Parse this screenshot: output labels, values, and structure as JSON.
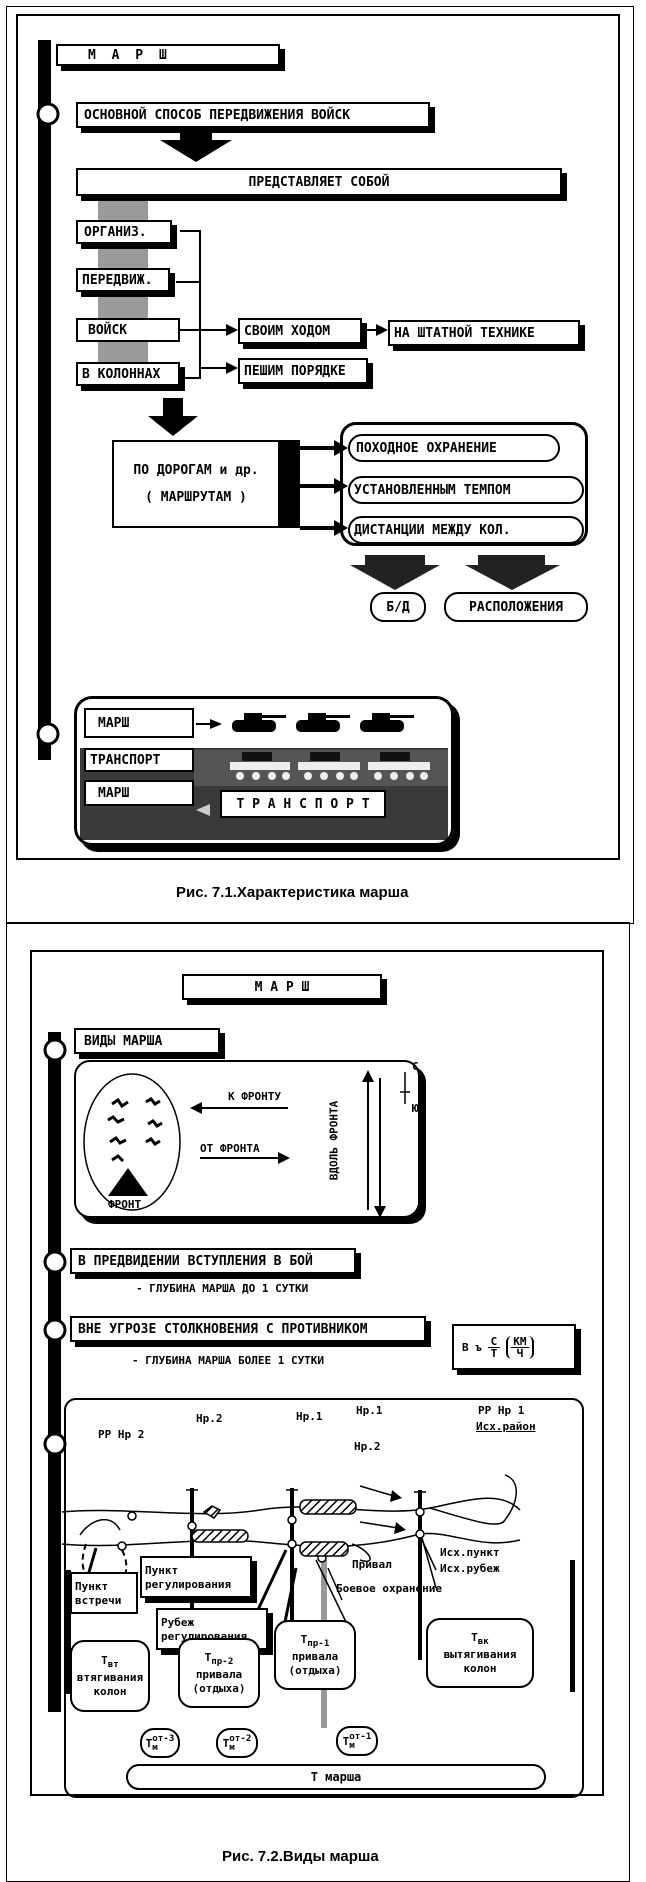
{
  "fig1": {
    "title": "М А Р Ш",
    "main": "ОСНОВНОЙ СПОСОБ ПЕРЕДВИЖЕНИЯ ВОЙСК",
    "represents": "ПРЕДСТАВЛЯЕТ   СОБОЙ",
    "org": "ОРГАНИЗ.",
    "move": "ПЕРЕДВИЖ.",
    "troops": "ВОЙСК",
    "columns": "В КОЛОННАХ",
    "own": "СВОИМ ХОДОМ",
    "equipment": "НА ШТАТНОЙ ТЕХНИКЕ",
    "foot": "ПЕШИМ ПОРЯДКЕ",
    "roads1": "ПО ДОРОГАМ и др.",
    "roads2": "( МАРШРУТАМ )",
    "guard": "ПОХОДНОЕ ОХРАНЕНИЕ",
    "tempo": "УСТАНОВЛЕННЫМ ТЕМПОМ",
    "distance": "ДИСТАНЦИИ МЕЖДУ КОЛ.",
    "bd": "Б/Д",
    "disposition": "РАСПОЛОЖЕНИЯ",
    "march_a": "МАРШ",
    "transport": "ТРАНСПОРТ",
    "march_b": "МАРШ",
    "transport_big": "Т Р А Н С П О Р Т",
    "caption": "Рис. 7.1.Характеристика марша"
  },
  "fig2": {
    "title": "М   А   Р   Ш",
    "kinds": "ВИДЫ МАРША",
    "to_front": "К  ФРОНТУ",
    "from_front": "ОТ  ФРОНТА",
    "along_front": "ВДОЛЬ ФРОНТА",
    "north": "С",
    "south": "Ю",
    "front": "ФРОНТ",
    "anticipation": "В ПРЕДВИДЕНИИ ВСТУПЛЕНИЯ В БОЙ",
    "depth1": "- ГЛУБИНА МАРША ДО 1 СУТКИ",
    "no_threat": "ВНЕ УГРОЗЕ СТОЛКНОВЕНИЯ С ПРОТИВНИКОМ",
    "depth2": "- ГЛУБИНА МАРША БОЛЕЕ  1  СУТКИ",
    "formula_v": "В ъ",
    "formula_s": "С",
    "formula_t": "Т",
    "formula_km": "КМ",
    "formula_h": "Ч",
    "rr_np2": "РР  Нр 2",
    "np2_top": "Нр.2",
    "np1_top": "Нр.1",
    "np1_label": "Нр.1",
    "rr_np1": "РР  Нр  1",
    "start_area": "Исх.район",
    "np2_label": "Нр.2",
    "start_point": "Исх.пункт",
    "start_line": "Исх.рубеж",
    "meeting1": "Пункт",
    "meeting2": "встречи",
    "reg_point1": "Пункт",
    "reg_point2": "регулирования",
    "reg_line1": "Рубеж",
    "reg_line2": "регулирования",
    "halt": "Привал",
    "combat_guard": "Боевое охранение",
    "t_vt": "Т",
    "t_vt_sub": "вт",
    "t_vt_1": "втягивания",
    "t_vt_2": "колон",
    "t_pr2": "Т",
    "t_pr2_sub": "пр-2",
    "t_pr2_1": "привала",
    "t_pr2_2": "(отдыха)",
    "t_pr1": "Т",
    "t_pr1_sub": "пр-1",
    "t_pr1_1": "привала",
    "t_pr1_2": "(отдыха)",
    "t_vk": "Т",
    "t_vk_sub": "вк",
    "t_vk_1": "вытягивания",
    "t_vk_2": "колон",
    "t_ot3": "Т",
    "t_ot3_sub": "от-3",
    "t_ot2": "Т",
    "t_ot2_sub": "от-2",
    "t_ot1": "Т",
    "t_ot1_sub": "от-1",
    "t_ot_m": "м",
    "t_march": "Т  марша",
    "caption": "Рис. 7.2.Виды марша"
  }
}
